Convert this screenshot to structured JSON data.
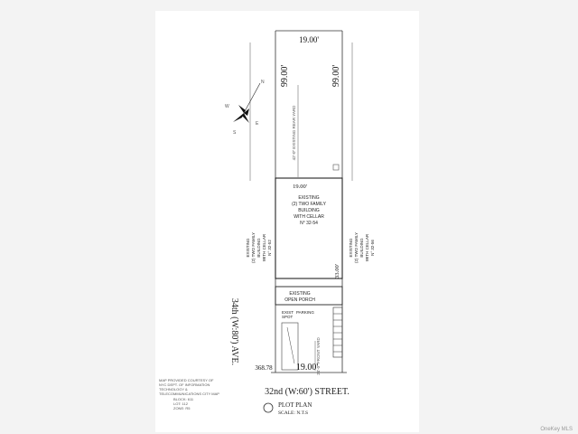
{
  "plan": {
    "lot_width_top": "19.00'",
    "lot_depth_left": "99.00'",
    "lot_depth_right": "99.00'",
    "rear_yard_label": "42'-0\" EXISTING REAR YARD",
    "building_width": "19.00'",
    "building_label": [
      "EXISTING",
      "(2) TWO FAMILY",
      "BUILDING",
      "WITH CELLAR",
      "N° 32-54"
    ],
    "left_neighbor": [
      "EXISTING",
      "(2) TWO FAMILY",
      "BUILDING",
      "WITH CELLAR",
      "N° 32-52"
    ],
    "right_neighbor": [
      "EXISTING",
      "(2) TWO FAMILY",
      "BUILDING",
      "WITH CELLAR",
      "N° 32-56"
    ],
    "building_depth": "33.00'",
    "porch_label": [
      "EXISTING",
      "OPEN PORCH"
    ],
    "parking_label": [
      "EXIST",
      "SPOT",
      "PARKING"
    ],
    "front_yard_label": "24'-0\" FRONT YARD",
    "front_width": "19.00'",
    "corner_distance": "368.78",
    "avenue_label": "34th (W:80') AVE.",
    "street_label": "32nd (W:60') STREET.",
    "plot_plan_title": "PLOT PLAN",
    "scale_label": "SCALE: N.T.S",
    "map_note": [
      "MAP PROVIDED COURTESY OF",
      "NYC DEPT. OF INFORMATION",
      "TECHNOLOGY &",
      "TELECOMMUNICATIONS CITY MAP"
    ],
    "block_lot": [
      "BLOCK: 611",
      "LOT: 112",
      "ZONE: R5"
    ],
    "compass_marks": [
      "N",
      "E",
      "S",
      "W"
    ]
  },
  "watermark": "OneKey MLS"
}
